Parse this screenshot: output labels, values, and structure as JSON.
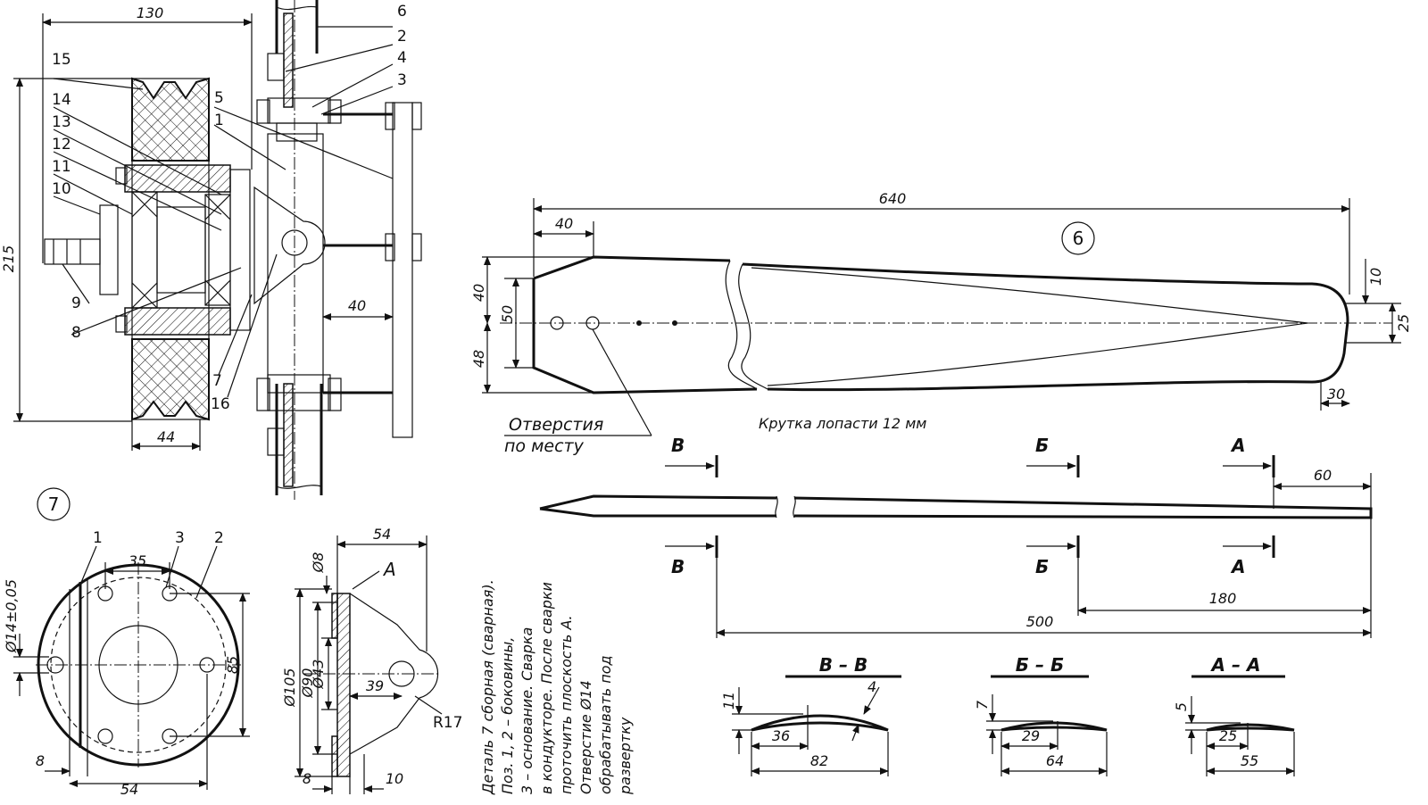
{
  "assembly": {
    "dims": {
      "width": "130",
      "height": "215",
      "hub_width": "44",
      "shaft_offset": "40"
    },
    "callouts": [
      "1",
      "2",
      "3",
      "4",
      "5",
      "6",
      "7",
      "8",
      "9",
      "10",
      "11",
      "12",
      "13",
      "14",
      "15",
      "16"
    ]
  },
  "blade": {
    "part_number": "6",
    "dims": {
      "length": "640",
      "root_chamfer": "40",
      "half_upper": "40",
      "root_width": "50",
      "half_lower": "48",
      "tip_offset": "10",
      "tip_width": "25",
      "tip_length": "30"
    },
    "holes_note_line1": "Отверстия",
    "holes_note_line2": "по месту",
    "twist_note": "Крутка лопасти 12 мм"
  },
  "side_view": {
    "section_letters": {
      "v": "В",
      "b": "Б",
      "a": "А"
    },
    "dims": {
      "tip_a": "60",
      "section_b": "180",
      "section_v": "500"
    }
  },
  "sections": [
    {
      "title": "В – В",
      "height": "11",
      "thickness": "4",
      "offset": "36",
      "chord": "82"
    },
    {
      "title": "Б – Б",
      "height": "7",
      "offset": "29",
      "chord": "64"
    },
    {
      "title": "А – А",
      "height": "5",
      "offset": "25",
      "chord": "55"
    }
  ],
  "part7": {
    "number": "7",
    "front": {
      "labels": [
        "1",
        "3",
        "2"
      ],
      "dims": {
        "hole_spacing": "35",
        "bore": "Ø14±0,05",
        "height": "85",
        "edge": "8",
        "width": "54"
      }
    },
    "side": {
      "plane_label": "А",
      "dims": {
        "width": "54",
        "d_small": "Ø8",
        "d_outer": "Ø105",
        "d_mid": "Ø90",
        "d_inner": "Ø43",
        "hole_dist": "39",
        "radius": "R17",
        "thick_left": "8",
        "thick_right": "10"
      }
    },
    "note_lines": [
      "Деталь 7 сборная (сварная).",
      "Поз. 1, 2 – боковины,",
      "3 – основание. Сварка",
      "в кондукторе. После сварки",
      "проточить плоскость А.",
      "Отверстие Ø14",
      "обрабатывать под",
      "развертку"
    ]
  }
}
